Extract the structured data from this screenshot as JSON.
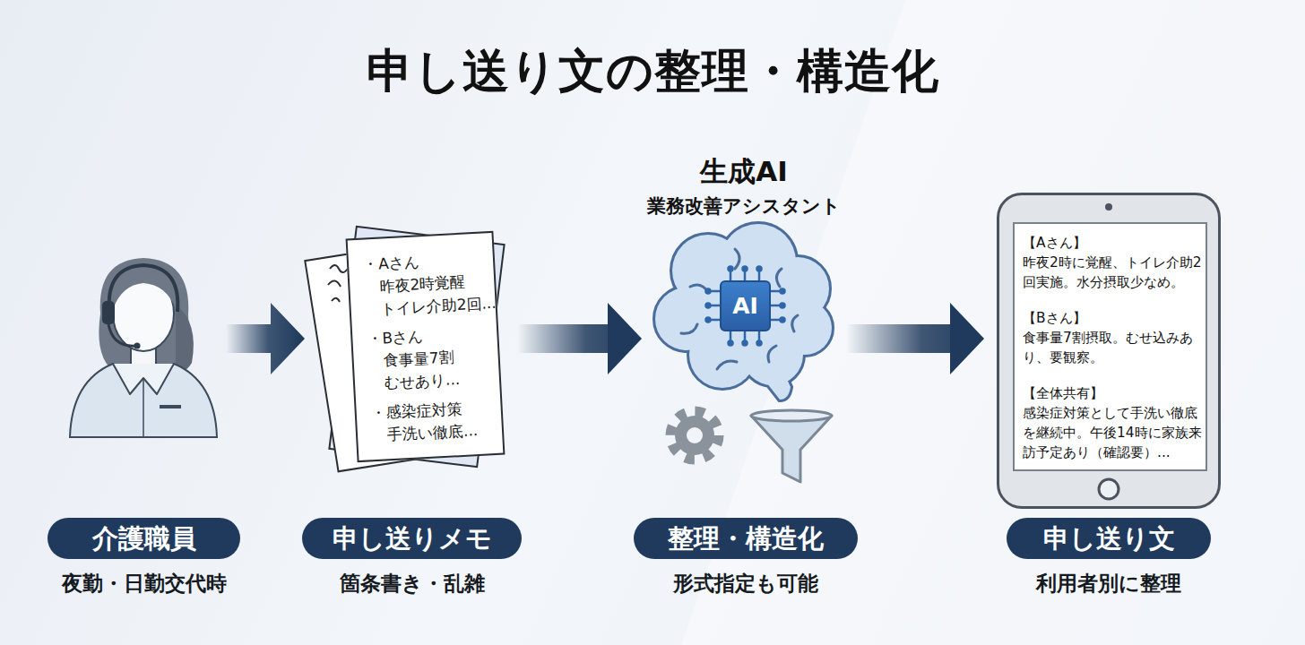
{
  "diagram": {
    "title": "申し送り文の整理・構造化",
    "nodes": [
      {
        "text": [
          "介護職員",
          "夜勤・日勤交代時"
        ]
      },
      {
        "text": [
          "・Aさん 昨夜2時覚醒 トイレ介助2回...",
          "・Bさん 食事量7割 むせあり...",
          "・感染症対策 手洗い徹底..."
        ]
      },
      {
        "text": [
          "申し送りメモ",
          "箇条書き・乱雑"
        ]
      },
      {
        "text": [
          "生成AI",
          "業務改善アシスタント"
        ]
      },
      {
        "text": [
          "AI"
        ],
        "in": 3
      },
      {
        "text": [
          "整理・構造化",
          "形式指定も可能"
        ]
      },
      {
        "text": [
          "【Aさん】",
          "昨夜2時に覚醒、トイレ介助2回実施。水分摂取少なめ。",
          "【Bさん】",
          "食事量7割摂取。むせ込みあり、要観察。",
          "【全体共有】",
          "感染症対策として手洗い徹底を継続中。午後14時に家族来訪予定あり（確認要）..."
        ]
      },
      {
        "text": [
          "申し送り文",
          "利用者別に整理"
        ]
      }
    ],
    "edges": [
      {
        "from": 1,
        "to": 3,
        "arrow": "to"
      },
      {
        "from": 3,
        "to": 6,
        "arrow": "to"
      }
    ]
  }
}
